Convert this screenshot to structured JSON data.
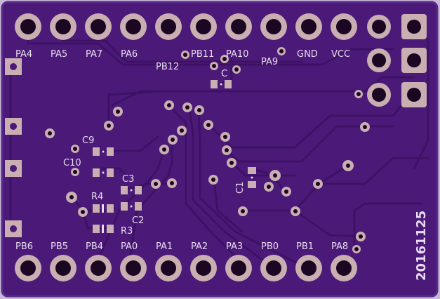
{
  "colors": {
    "board": "#4b1a78",
    "board_edge": "#5a2a8c",
    "trace": "#3d1265",
    "trace_light": "#5c2b8f",
    "pad": "#c9aeb2",
    "hole": "#1c0722",
    "silk": "#e8dcef"
  },
  "top_labels": [
    "PA4",
    "PA5",
    "PA7",
    "PA6",
    "PB12",
    "PB11",
    "PA10",
    "PA9",
    "GND",
    "VCC"
  ],
  "bottom_labels": [
    "PB6",
    "PB5",
    "PB4",
    "PA0",
    "PA1",
    "PA2",
    "PA3",
    "PB0",
    "PB1",
    "PA8"
  ],
  "components": {
    "c_top": "C",
    "c9": "C9",
    "c10": "C10",
    "c3": "C3",
    "c2": "C2",
    "r4": "R4",
    "r3": "R3",
    "c1": "C1"
  },
  "date_code": "20161125"
}
